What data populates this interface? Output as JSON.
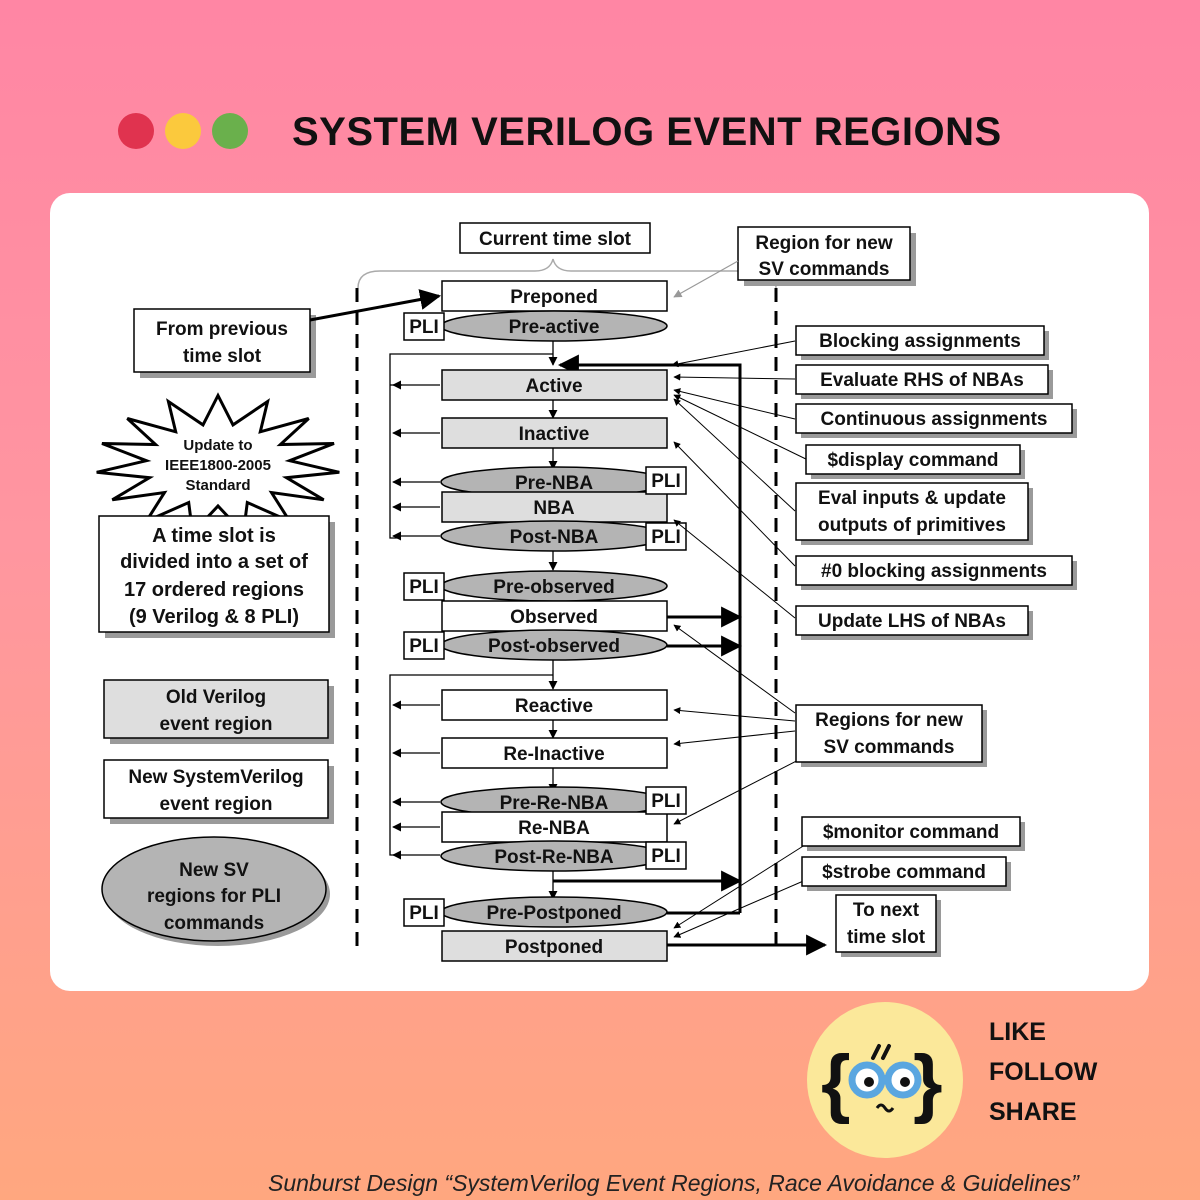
{
  "header": {
    "title": "SYSTEM VERILOG EVENT REGIONS"
  },
  "diagram": {
    "current_time_slot": "Current time slot",
    "region_new_cmds_top": [
      "Region for new",
      "SV commands"
    ],
    "from_previous": [
      "From previous",
      "time slot"
    ],
    "starburst": [
      "Update to",
      "IEEE1800-2005",
      "Standard"
    ],
    "time_slot_desc": [
      "A time slot is",
      "divided into a set of",
      "17 ordered regions",
      "(9 Verilog & 8 PLI)"
    ],
    "legend": {
      "old": [
        "Old Verilog",
        "event region"
      ],
      "new": [
        "New SystemVerilog",
        "event region"
      ],
      "pli": [
        "New SV",
        "regions for PLI",
        "commands"
      ]
    },
    "pli": "PLI",
    "regions": {
      "preponed": "Preponed",
      "pre_active": "Pre-active",
      "active": "Active",
      "inactive": "Inactive",
      "pre_nba": "Pre-NBA",
      "nba": "NBA",
      "post_nba": "Post-NBA",
      "pre_observed": "Pre-observed",
      "observed": "Observed",
      "post_observed": "Post-observed",
      "reactive": "Reactive",
      "re_inactive": "Re-Inactive",
      "pre_re_nba": "Pre-Re-NBA",
      "re_nba": "Re-NBA",
      "post_re_nba": "Post-Re-NBA",
      "pre_postponed": "Pre-Postponed",
      "postponed": "Postponed"
    },
    "notes": {
      "blocking": "Blocking assignments",
      "eval_rhs": "Evaluate RHS of NBAs",
      "continuous": "Continuous assignments",
      "display": "$display command",
      "eval_inputs": [
        "Eval inputs & update",
        "outputs of primitives"
      ],
      "zero_blocking": "#0 blocking assignments",
      "update_lhs": "Update LHS of NBAs",
      "regions_new_cmds": [
        "Regions for new",
        "SV commands"
      ],
      "monitor": "$monitor command",
      "strobe": "$strobe command",
      "next_slot": [
        "To next",
        "time slot"
      ]
    }
  },
  "cta": {
    "like": "LIKE",
    "follow": "FOLLOW",
    "share": "SHARE"
  },
  "credit": "Sunburst Design “SystemVerilog Event Regions, Race Avoidance & Guidelines”",
  "colors": {
    "old_region": "#dedede",
    "pli_region": "#b4b4b4",
    "shadow": "#9a9a9a"
  }
}
